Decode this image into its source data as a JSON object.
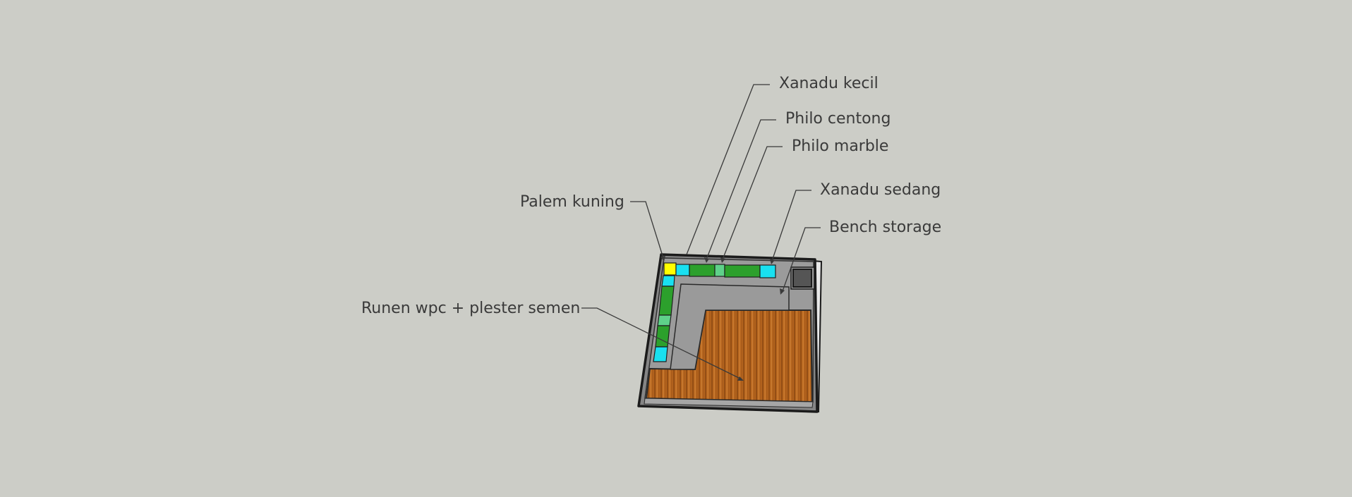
{
  "labels": {
    "xanadu_kecil": "Xanadu kecil",
    "philo_centong": "Philo centong",
    "philo_marble": "Philo marble",
    "xanadu_sedang": "Xanadu sedang",
    "bench_storage": "Bench storage",
    "palem_kuning": "Palem kuning",
    "runen_wpc": "Runen wpc + plester semen"
  },
  "colors": {
    "background": "#cccdc7",
    "concrete": "#9b9b9b",
    "concrete_dark": "#7d7d7d",
    "wood": "#b5651d",
    "wood_dark": "#7a3f10",
    "green": "#2ca02c",
    "light_green": "#5fd18a",
    "cyan": "#19e0f0",
    "yellow": "#ffff00",
    "storage_box": "#555555"
  }
}
